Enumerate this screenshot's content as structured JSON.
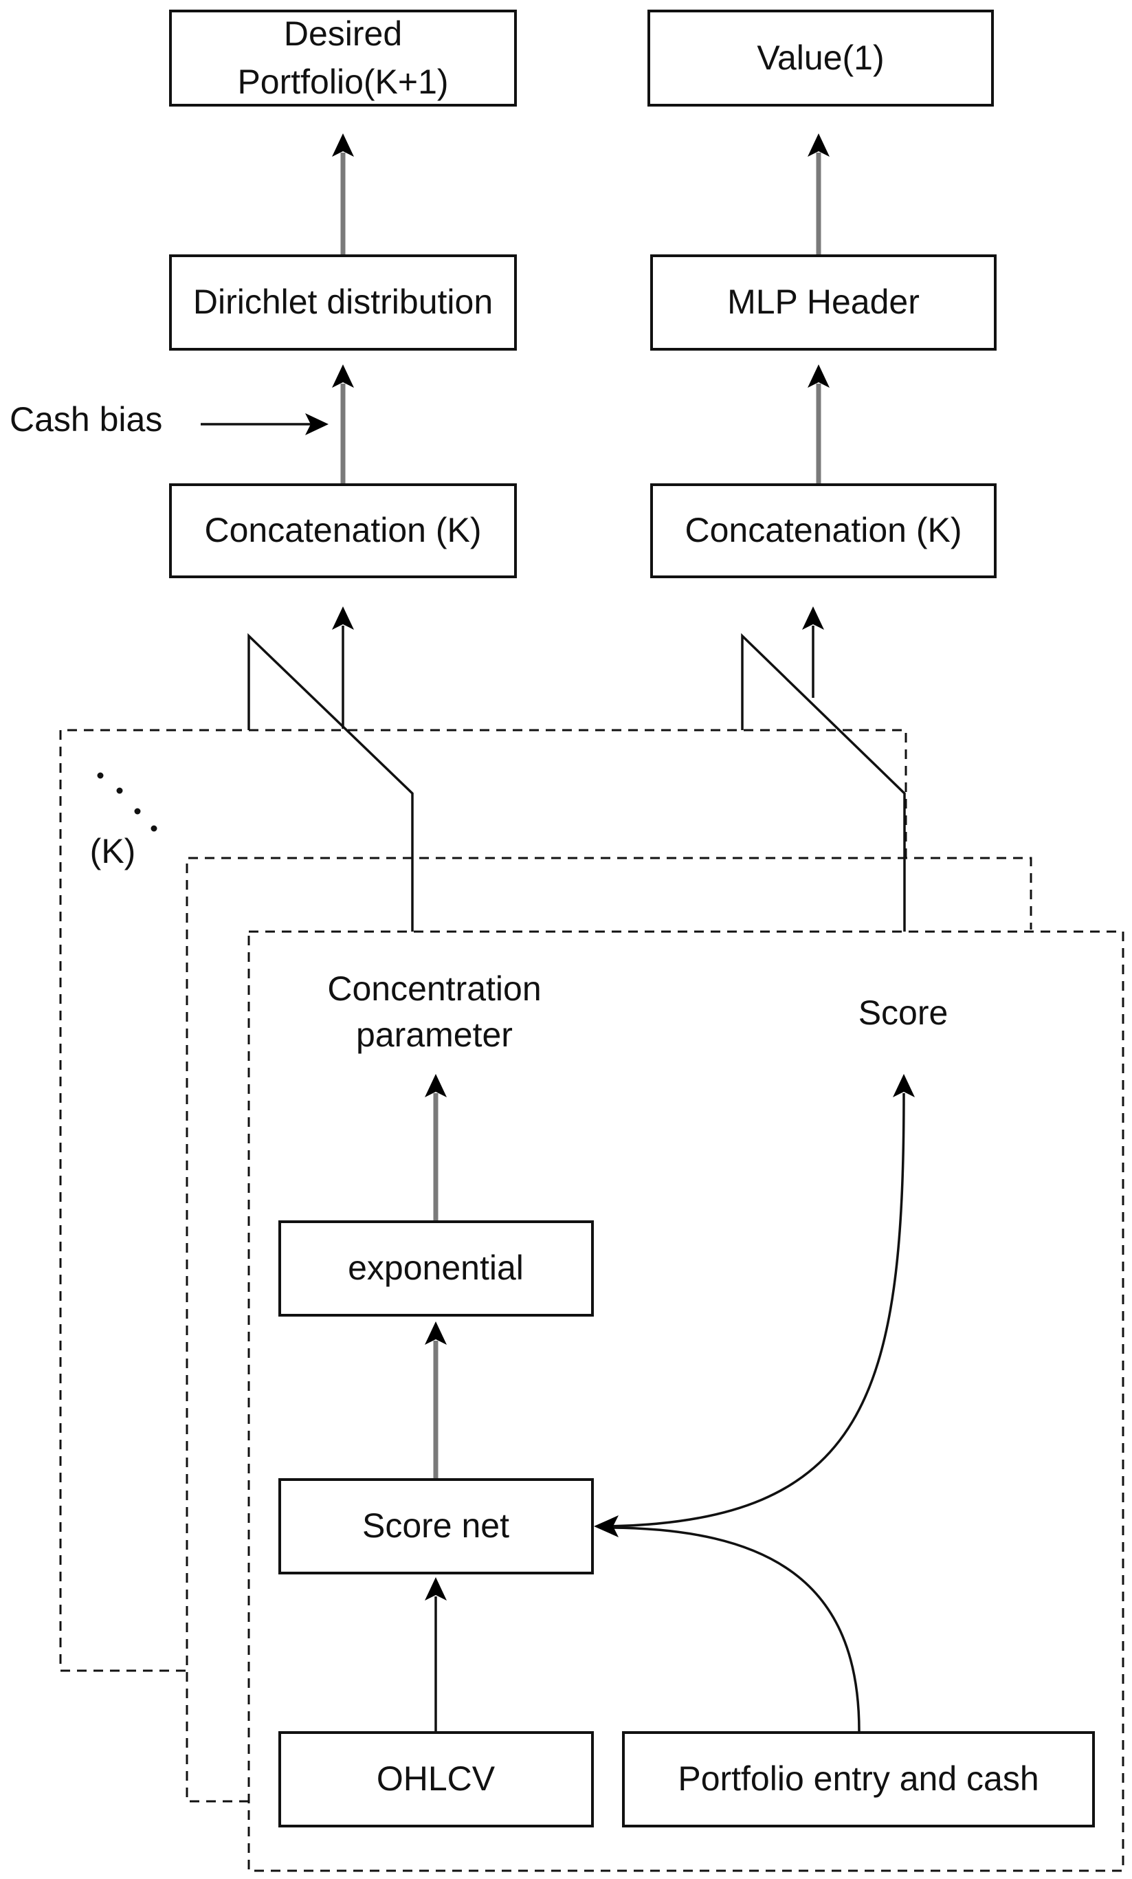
{
  "nodes": {
    "desired_portfolio": {
      "line1": "Desired",
      "line2": "Portfolio(K+1)"
    },
    "value": {
      "label": "Value(1)"
    },
    "dirichlet": {
      "label": "Dirichlet distribution"
    },
    "mlp_header": {
      "label": "MLP Header"
    },
    "concat_left": {
      "label": "Concatenation (K)"
    },
    "concat_right": {
      "label": "Concatenation (K)"
    },
    "exponential": {
      "label": "exponential"
    },
    "score_net": {
      "label": "Score net"
    },
    "ohlcv": {
      "label": "OHLCV"
    },
    "portfolio_entry": {
      "label": "Portfolio entry and cash"
    }
  },
  "labels": {
    "cash_bias": "Cash bias",
    "concentration_line1": "Concentration",
    "concentration_line2": "parameter",
    "score": "Score",
    "k_marker": "(K)"
  },
  "colors": {
    "box_stroke": "#111111",
    "gray_edge": "#7a7a7a",
    "background": "#ffffff"
  }
}
